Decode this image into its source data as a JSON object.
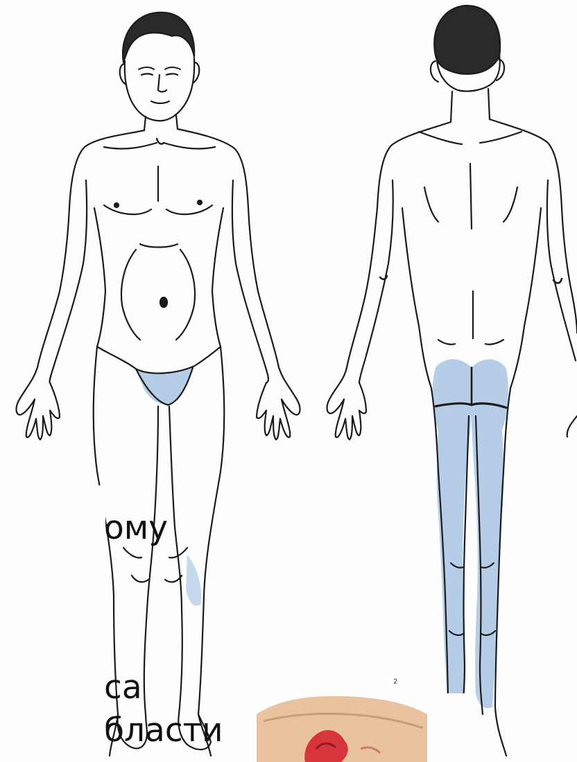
{
  "text_fragments": {
    "line1": "ому",
    "line2": "са",
    "line3": "бласти"
  },
  "inset_number": "2",
  "colors": {
    "highlight": "#aec8e6",
    "outline": "#1a1a1a",
    "skin_inset": "#e9c3a0",
    "lesion": "#d8343c"
  }
}
